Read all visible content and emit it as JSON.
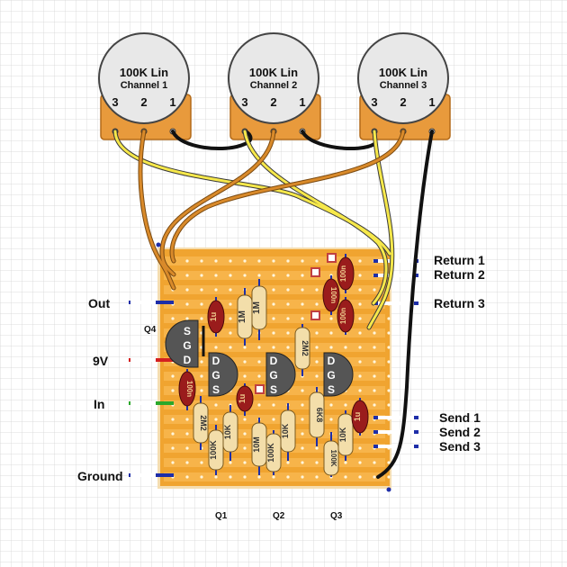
{
  "pots": [
    {
      "value": "100K Lin",
      "channel": "Channel 1",
      "pins": [
        "3",
        "2",
        "1"
      ]
    },
    {
      "value": "100K Lin",
      "channel": "Channel 2",
      "pins": [
        "3",
        "2",
        "1"
      ]
    },
    {
      "value": "100K Lin",
      "channel": "Channel 3",
      "pins": [
        "3",
        "2",
        "1"
      ]
    }
  ],
  "io_labels": {
    "out": "Out",
    "nine_v": "9V",
    "in": "In",
    "ground": "Ground",
    "return1": "Return 1",
    "return2": "Return 2",
    "return3": "Return 3",
    "send1": "Send 1",
    "send2": "Send 2",
    "send3": "Send 3"
  },
  "transistors": {
    "q4_label": "Q4",
    "q4_pins": "SGD",
    "q1_label": "Q1",
    "q2_label": "Q2",
    "q3_label": "Q3",
    "pins": "DGS"
  },
  "caps": {
    "c1": "1u",
    "c2": "1u",
    "c3": "1u",
    "c4": "100n",
    "c5": "100n",
    "c6": "100n",
    "c7": "100n"
  },
  "resistors": {
    "r1": "1M",
    "r2": "1M",
    "r3": "2M2",
    "r4": "2M2",
    "r5": "10K",
    "r6": "100K",
    "r7": "10M",
    "r8": "100K",
    "r9": "10K",
    "r10": "6K8",
    "r11": "10K",
    "r12": "100K"
  },
  "colors": {
    "board": "#f0a430",
    "grid": "#cccccc",
    "pot_body": "#e8e8e8",
    "pot_base": "#e89a3c",
    "yellow_wire": "#f6e84a",
    "orange_wire": "#d98a2a",
    "black_wire": "#111111",
    "blue_wire": "#1e2ea8",
    "red_wire": "#d42020",
    "green_wire": "#2aa82a",
    "cap": "#9a1c1c",
    "resistor": "#f3deaa",
    "transistor": "#555555"
  }
}
